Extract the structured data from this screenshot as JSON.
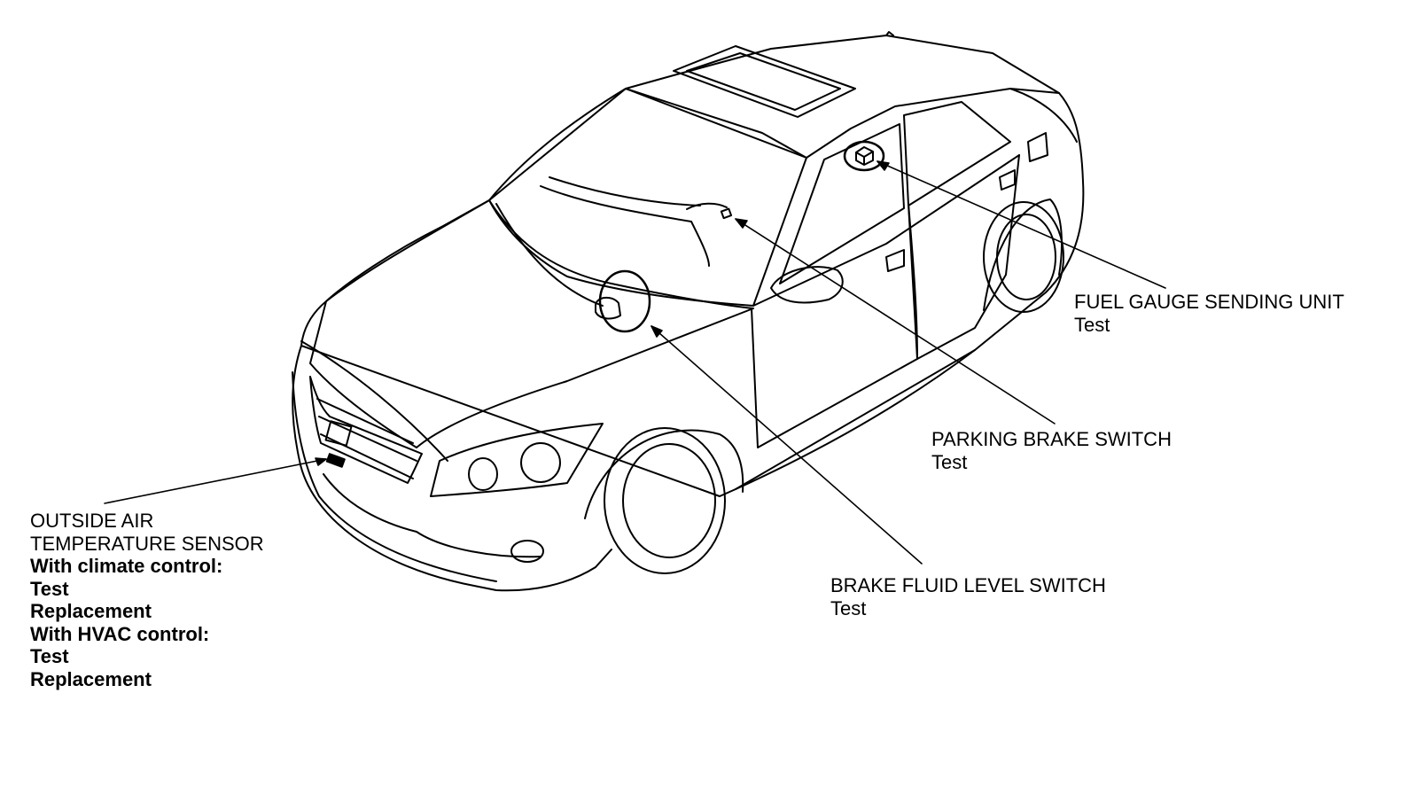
{
  "components": [
    {
      "id": "outside-air-temperature-sensor",
      "name_lines": [
        "OUTSIDE AIR",
        "TEMPERATURE SENSOR"
      ],
      "groups": [
        {
          "heading": "With climate control:",
          "links": [
            "Test",
            "Replacement"
          ]
        },
        {
          "heading": "With HVAC control:",
          "links": [
            "Test",
            "Replacement"
          ]
        }
      ]
    },
    {
      "id": "brake-fluid-level-switch",
      "name": "BRAKE FLUID LEVEL SWITCH",
      "links": [
        "Test"
      ]
    },
    {
      "id": "parking-brake-switch",
      "name": "PARKING BRAKE SWITCH",
      "links": [
        "Test"
      ]
    },
    {
      "id": "fuel-gauge-sending-unit",
      "name": "FUEL GAUGE SENDING UNIT",
      "links": [
        "Test"
      ]
    }
  ],
  "colors": {
    "line": "#000000",
    "background": "#ffffff"
  }
}
